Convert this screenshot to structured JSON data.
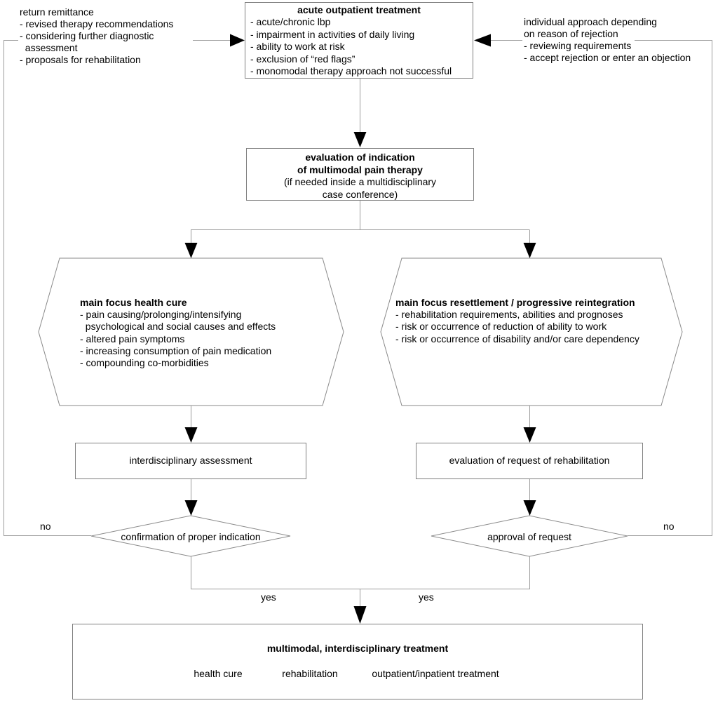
{
  "notes": {
    "left": {
      "lines": [
        "return remittance",
        "- revised therapy recommendations",
        "- considering further diagnostic",
        "  assessment",
        "- proposals for rehabilitation"
      ]
    },
    "right": {
      "lines": [
        "individual approach depending",
        "on reason of rejection",
        "- reviewing requirements",
        "- accept rejection or enter an objection"
      ]
    }
  },
  "top_box": {
    "title": "acute outpatient treatment",
    "items": [
      "- acute/chronic lbp",
      "- impairment in activities of daily living",
      "- ability to work at risk",
      "- exclusion of “red flags”",
      "- monomodal therapy approach not successful"
    ]
  },
  "eval_box": {
    "bold_lines": [
      "evaluation of indication",
      "of multimodal pain therapy"
    ],
    "normal_lines": [
      "(if needed inside a multidisciplinary",
      "case conference)"
    ]
  },
  "hex_left": {
    "title": "main focus health cure",
    "items": [
      "- pain causing/prolonging/intensifying",
      "  psychological and social causes and effects",
      "- altered pain symptoms",
      "- increasing consumption of pain medication",
      "- compounding co-morbidities"
    ]
  },
  "hex_right": {
    "title": "main focus resettlement / progressive reintegration",
    "items": [
      "- rehabilitation requirements, abilities and prognoses",
      "- risk or occurrence of reduction of ability to work",
      "- risk or occurrence of disability and/or care dependency"
    ]
  },
  "proc_left": {
    "label": "interdisciplinary assessment"
  },
  "proc_right": {
    "label": "evaluation of request of rehabilitation"
  },
  "decision_left": {
    "label": "confirmation of proper indication",
    "no_label": "no",
    "yes_label": "yes"
  },
  "decision_right": {
    "label": "approval of request",
    "no_label": "no",
    "yes_label": "yes"
  },
  "bottom_box": {
    "title": "multimodal, interdisciplinary treatment",
    "items": [
      "health cure",
      "rehabilitation",
      "outpatient/inpatient treatment"
    ]
  },
  "colors": {
    "box_border": "#7f7f7f",
    "shape_border": "#8a8a8a",
    "connector": "#9b9b9b",
    "arrow": "#000000",
    "text": "#000000",
    "background": "#ffffff"
  }
}
